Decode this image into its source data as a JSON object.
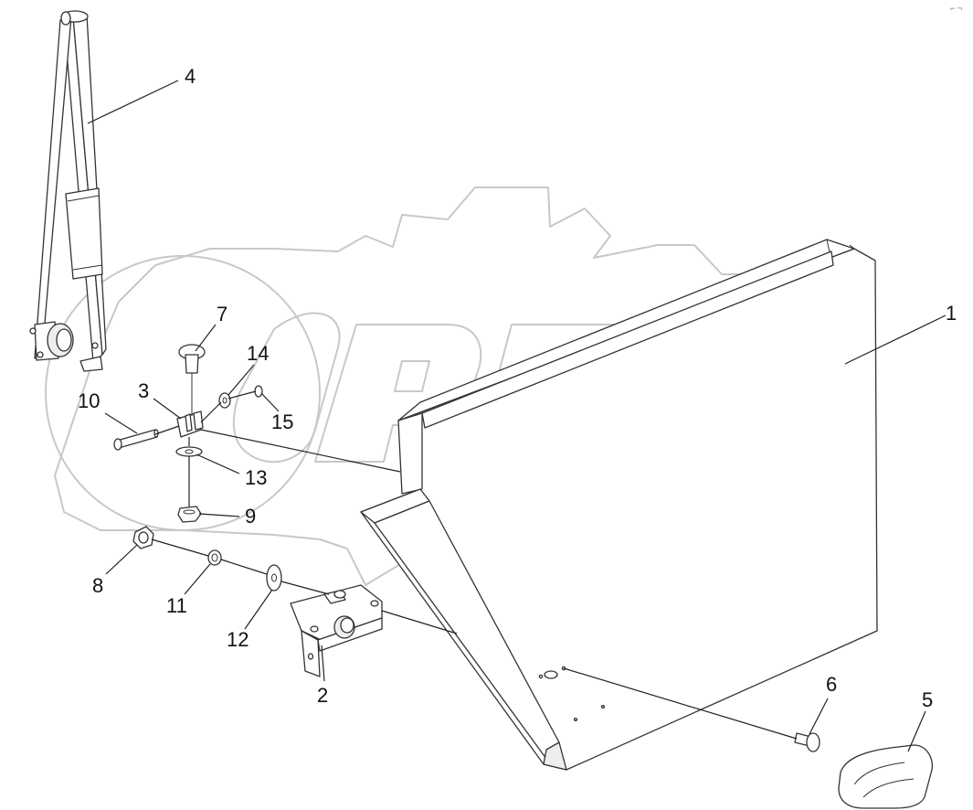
{
  "watermark": {
    "text": "OPEX"
  },
  "corner_mark": "⌐ ¬",
  "callouts": {
    "c1": "1",
    "c2": "2",
    "c3": "3",
    "c4": "4",
    "c5": "5",
    "c6": "6",
    "c7": "7",
    "c8": "8",
    "c9": "9",
    "c10": "10",
    "c11": "11",
    "c12": "12",
    "c13": "13",
    "c14": "14",
    "c15": "15"
  }
}
